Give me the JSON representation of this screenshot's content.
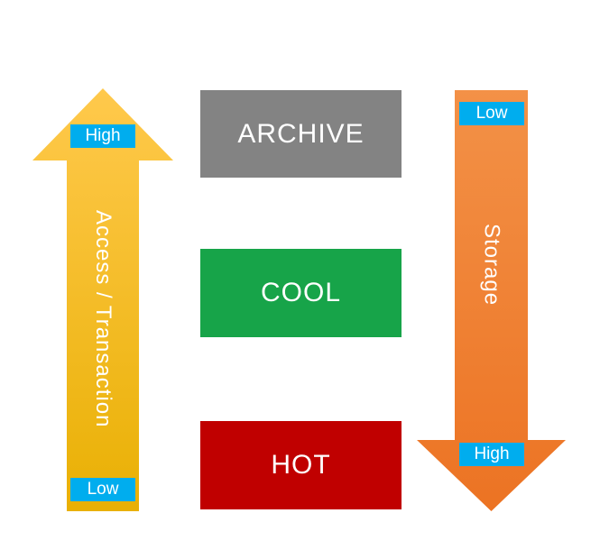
{
  "diagram": {
    "title": "storage-tier-access-diagram",
    "left_arrow": {
      "label": "Access / Transaction",
      "direction": "up",
      "top_badge": "High",
      "bottom_badge": "Low",
      "color_top": "#FFC94C",
      "color_bottom": "#E9B004"
    },
    "right_arrow": {
      "label": "Storage",
      "direction": "down",
      "top_badge": "Low",
      "bottom_badge": "High",
      "color_top": "#F39147",
      "color_bottom": "#EC7323"
    },
    "tiers": [
      {
        "label": "ARCHIVE",
        "color": "#838383"
      },
      {
        "label": "COOL",
        "color": "#17A449"
      },
      {
        "label": "HOT",
        "color": "#C00000"
      }
    ],
    "badge_color": "#00ADEE",
    "text_color": "#FFFFFF",
    "background_color": "#FFFFFF"
  }
}
